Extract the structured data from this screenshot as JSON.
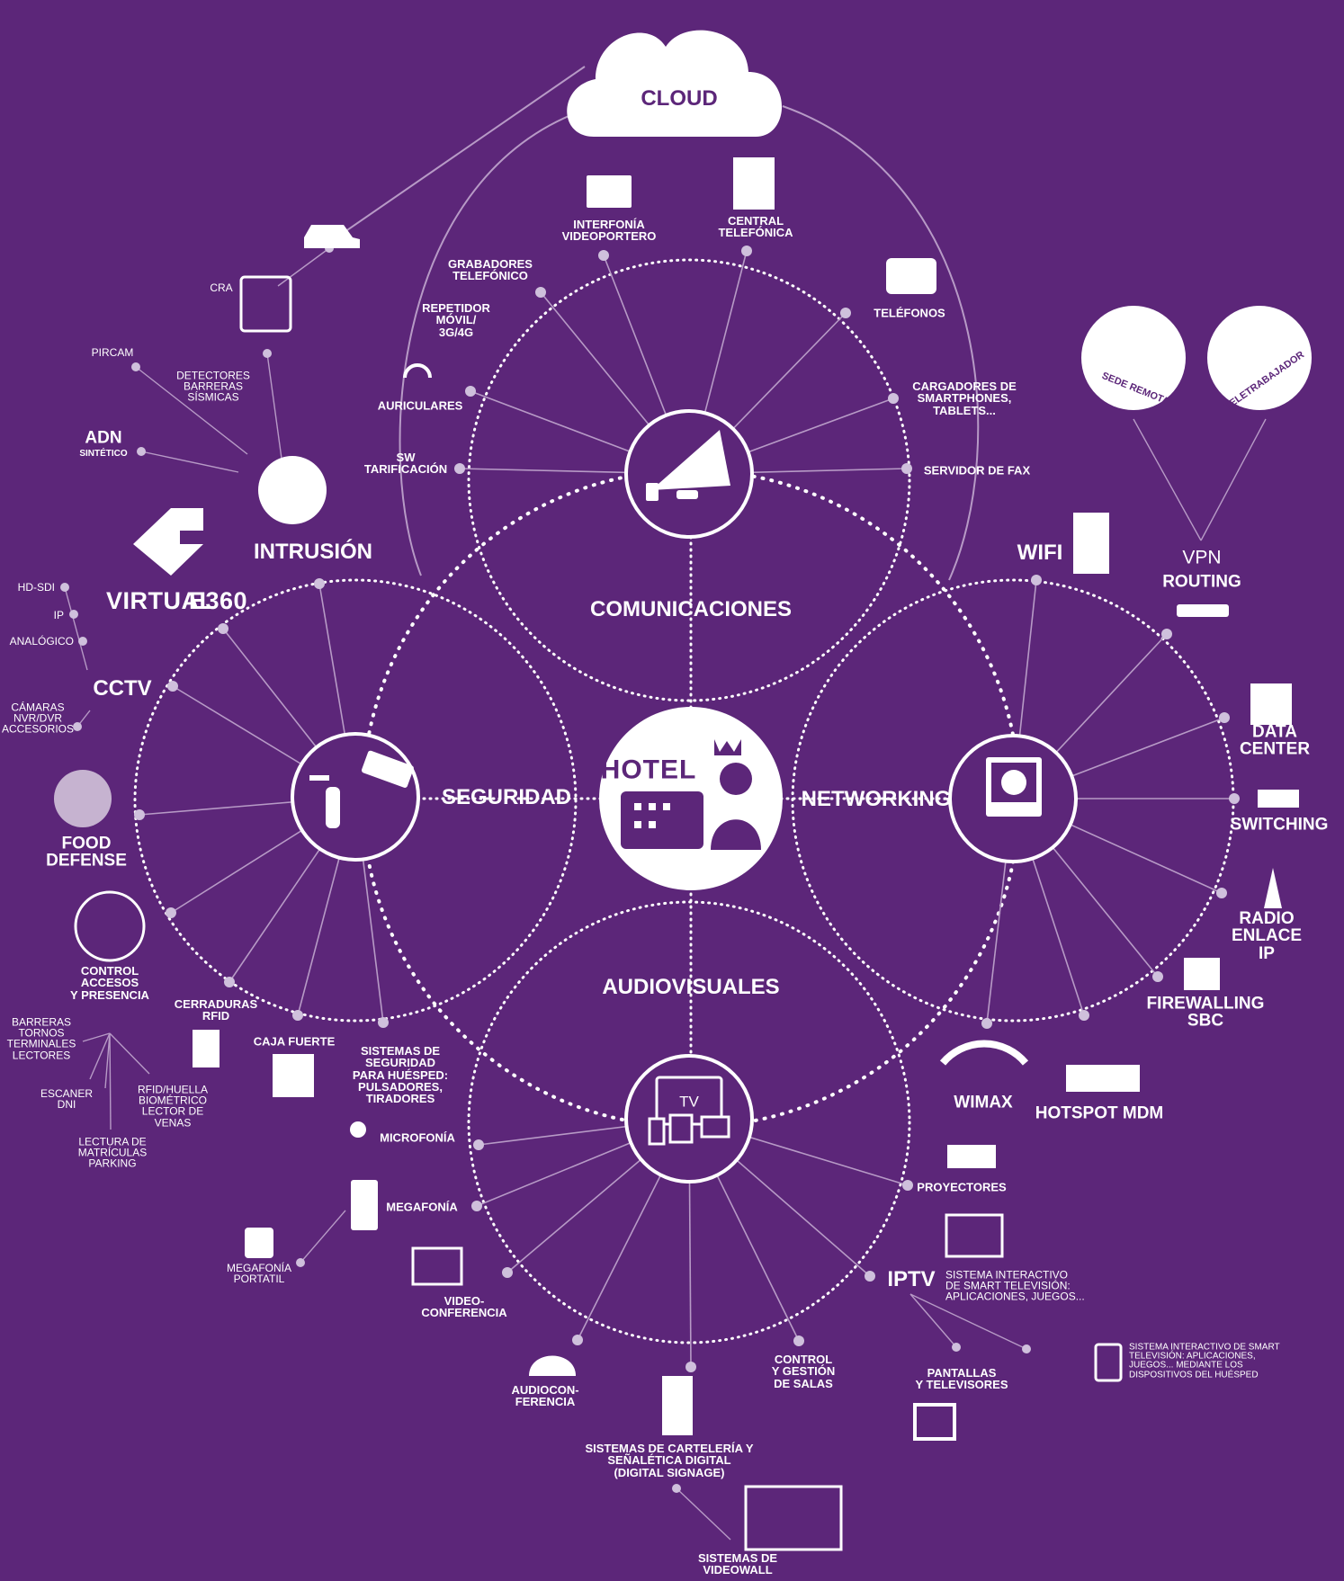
{
  "cloud": "CLOUD",
  "hotel": "HOTEL",
  "hubs": {
    "comunicaciones": "COMUNICACIONES",
    "seguridad": "SEGURIDAD",
    "networking": "NETWORKING",
    "audiovisuales": "AUDIOVISUALES"
  },
  "comunicaciones_items": {
    "interfonia": "INTERFONÍA\nVIDEOPORTERO",
    "central": "CENTRAL\nTELEFÓNICA",
    "telefonos": "TELÉFONOS",
    "cargadores": "CARGADORES DE\nSMARTPHONES,\nTABLETS...",
    "fax": "SERVIDOR DE FAX",
    "grabadores": "GRABADORES\nTELEFÓNICO",
    "repetidor": "REPETIDOR\nMÓVIL/\n3G/4G",
    "auriculares": "AURICULARES",
    "sw": "SW\nTARIFICACIÓN"
  },
  "seguridad_items": {
    "intrusion": "INTRUSIÓN",
    "cra": "CRA",
    "pircam": "PIRCAM",
    "detectores": "DETECTORES\nBARRERAS\nSÍSMICAS",
    "adn": "ADN",
    "adn_sub": "SINTÉTICO",
    "virtual": "VIRTUAL",
    "virtual_e": "e360",
    "cctv": "CCTV",
    "hdsdi": "HD-SDI",
    "ip": "IP",
    "analogico": "ANALÓGICO",
    "camaras": "CÁMARAS\nNVR/DVR\nACCESORIOS",
    "food": "FOOD\nDEFENSE",
    "control": "CONTROL\nACCESOS\nY PRESENCIA",
    "barreras": "BARRERAS\nTORNOS\nTERMINALES\nLECTORES",
    "escaner": "ESCANER\nDNI",
    "rfid_huella": "RFID/HUELLA\nBIOMÉTRICO\nLECTOR DE\nVENAS",
    "lectura": "LECTURA DE\nMATRÍCULAS\nPARKING",
    "cerraduras": "CERRADURAS\nRFID",
    "caja": "CAJA FUERTE",
    "sistemas_huesped": "SISTEMAS DE\nSEGURIDAD\nPARA HUÉSPED:\nPULSADORES,\nTIRADORES"
  },
  "networking_items": {
    "wifi": "WIFI",
    "vpn": "VPN",
    "routing": "ROUTING",
    "sede": "SEDE REMOTA",
    "teletrabajador": "TELETRABAJADOR",
    "datacenter": "DATA CENTER",
    "switching": "SWITCHING",
    "radio": "RADIO\nENLACE IP",
    "firewalling": "FIREWALLING\nSBC",
    "hotspot": "HOTSPOT MDM",
    "wimax": "WIMAX"
  },
  "audiovisuales_items": {
    "tv": "TV",
    "microfonia": "MICROFONÍA",
    "megafonia": "MEGAFONÍA",
    "megafonia_portatil": "MEGAFONÍA\nPORTATIL",
    "video": "VIDEO-\nCONFERENCIA",
    "audioconf": "AUDIOCON-\nFERENCIA",
    "carteleria": "SISTEMAS DE CARTELERÍA Y\nSEÑALÉTICA DIGITAL\n(DIGITAL SIGNAGE)",
    "videowall": "SISTEMAS DE\nVIDEOWALL",
    "control_salas": "CONTROL\nY GESTIÓN\nDE SALAS",
    "proyectores": "PROYECTORES",
    "iptv": "IPTV",
    "iptv_sub": "SISTEMA INTERACTIVO\nDE SMART TELEVISIÓN:\nAPLICACIONES, JUEGOS...",
    "pantallas": "PANTALLAS\nY TELEVISORES",
    "smart_tv": "SISTEMA INTERACTIVO DE SMART\nTELEVISIÓN: APLICACIONES,\nJUEGOS... MEDIANTE LOS\nDISPOSITIVOS DEL HUÉSPED"
  },
  "colors": {
    "background": "#5c2679",
    "foreground": "#ffffff",
    "line": "#b79ac6"
  },
  "icons": [
    "cloud-icon",
    "hotel-icon",
    "megaphone-icon",
    "security-camera-icon",
    "monitor-globe-icon",
    "tv-devices-icon",
    "police-car-icon",
    "operator-icon",
    "thief-icon",
    "virtual-logo-icon",
    "target-icon",
    "fingerprint-icon",
    "rfid-lock-icon",
    "safe-icon",
    "videophone-icon",
    "pbx-icon",
    "phone-icon",
    "headset-icon",
    "wifi-tower-icon",
    "router-icon",
    "sede-remota-icon",
    "teletrabajador-icon",
    "server-icon",
    "switch-icon",
    "antenna-icon",
    "firewall-icon",
    "wimax-icon",
    "hotspot-icon",
    "microphone-icon",
    "speaker-icon",
    "portable-speaker-icon",
    "videoconference-icon",
    "audioconference-icon",
    "kiosk-icon",
    "videowall-icon",
    "projector-icon",
    "iptv-icon",
    "screens-icon",
    "smart-devices-icon"
  ]
}
